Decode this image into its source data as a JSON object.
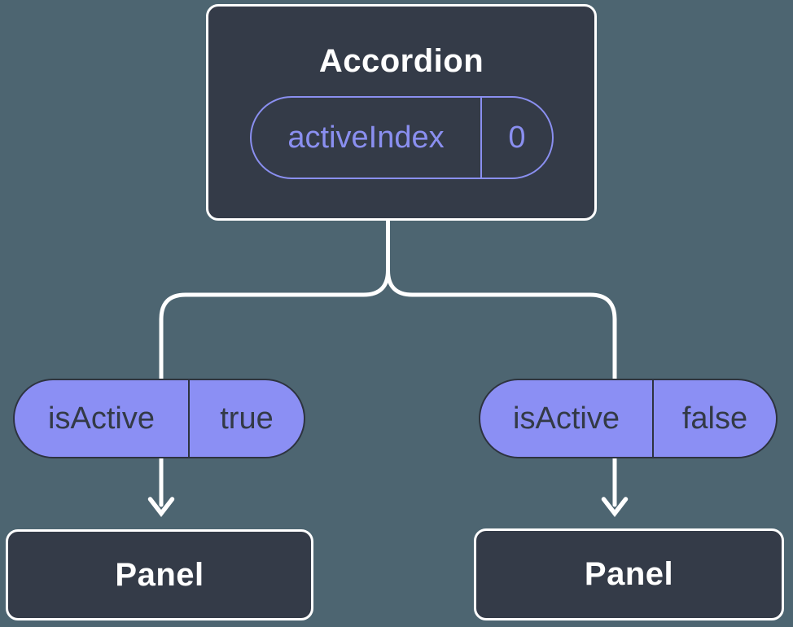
{
  "colors": {
    "bg": "#4d6571",
    "node-fill": "#343b48",
    "node-border": "#ffffff",
    "node-text": "#ffffff",
    "pill-fill": "#8b8ff4",
    "pill-border": "#2d333f",
    "pill-text": "#333a46",
    "accent": "#8a8ff0",
    "connector": "#ffffff"
  },
  "root_node": {
    "title": "Accordion",
    "prop": {
      "name": "activeIndex",
      "value": "0"
    }
  },
  "branches": [
    {
      "prop": {
        "name": "isActive",
        "value": "true"
      },
      "child": {
        "title": "Panel"
      }
    },
    {
      "prop": {
        "name": "isActive",
        "value": "false"
      },
      "child": {
        "title": "Panel"
      }
    }
  ]
}
